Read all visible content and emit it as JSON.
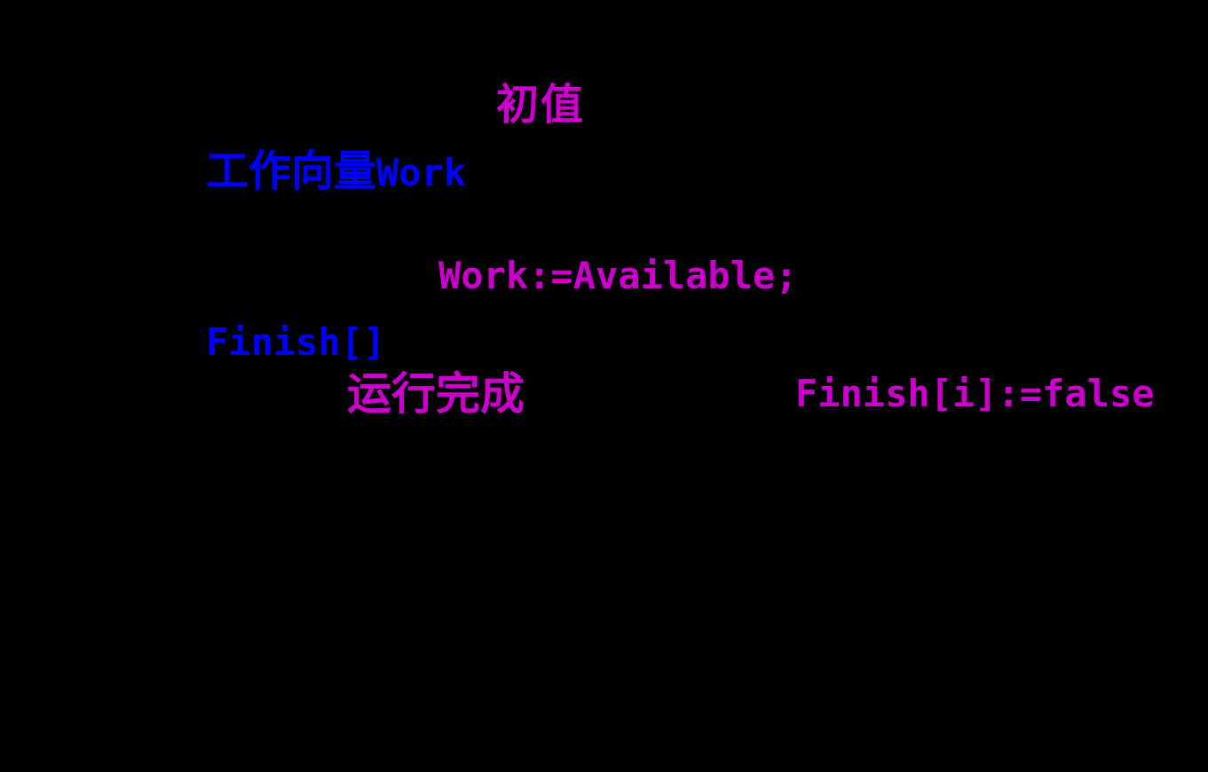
{
  "slide": {
    "background_color": "#000000",
    "text_colors": {
      "blue": "#0000FF",
      "magenta": "#CC00CC"
    },
    "labels": {
      "initial_value": "初值",
      "work_vector_cn": "工作向量",
      "work_vector_en": "Work",
      "work_assignment": "Work:=Available;",
      "finish_array": "Finish[]",
      "run_complete": "运行完成",
      "finish_assignment": "Finish[i]:=false"
    }
  }
}
